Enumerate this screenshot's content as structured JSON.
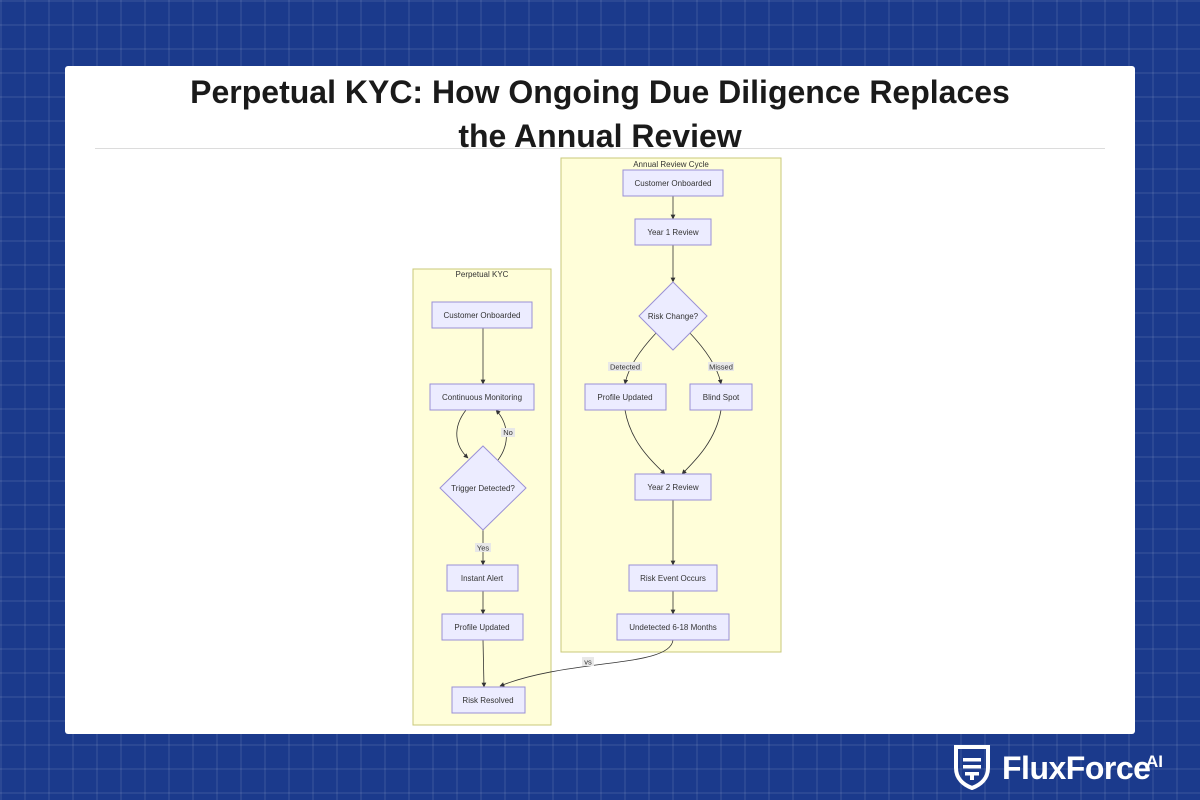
{
  "title_line1": "Perpetual KYC: How Ongoing Due Diligence Replaces",
  "title_line2": "the Annual Review",
  "clusters": {
    "perpetual": "Perpetual KYC",
    "annual": "Annual Review Cycle"
  },
  "nodes": {
    "p_onboarded": "Customer Onboarded",
    "p_monitoring": "Continuous Monitoring",
    "p_trigger": "Trigger Detected?",
    "p_alert": "Instant Alert",
    "p_profile": "Profile Updated",
    "p_resolved": "Risk Resolved",
    "a_onboarded": "Customer Onboarded",
    "a_year1": "Year 1 Review",
    "a_riskchange": "Risk Change?",
    "a_profile": "Profile Updated",
    "a_blindspot": "Blind Spot",
    "a_year2": "Year 2 Review",
    "a_riskevent": "Risk Event Occurs",
    "a_undetected": "Undetected 6-18 Months"
  },
  "edge_labels": {
    "no": "No",
    "yes": "Yes",
    "detected": "Detected",
    "missed": "Missed",
    "vs": "vs"
  },
  "brand": {
    "name": "FluxForce",
    "suffix": "AI",
    "icon": "shield-logo-icon"
  },
  "colors": {
    "background": "#1b3a8c",
    "cluster_fill": "#fffed9",
    "node_fill": "#ececff",
    "node_stroke": "#9a90d6"
  }
}
